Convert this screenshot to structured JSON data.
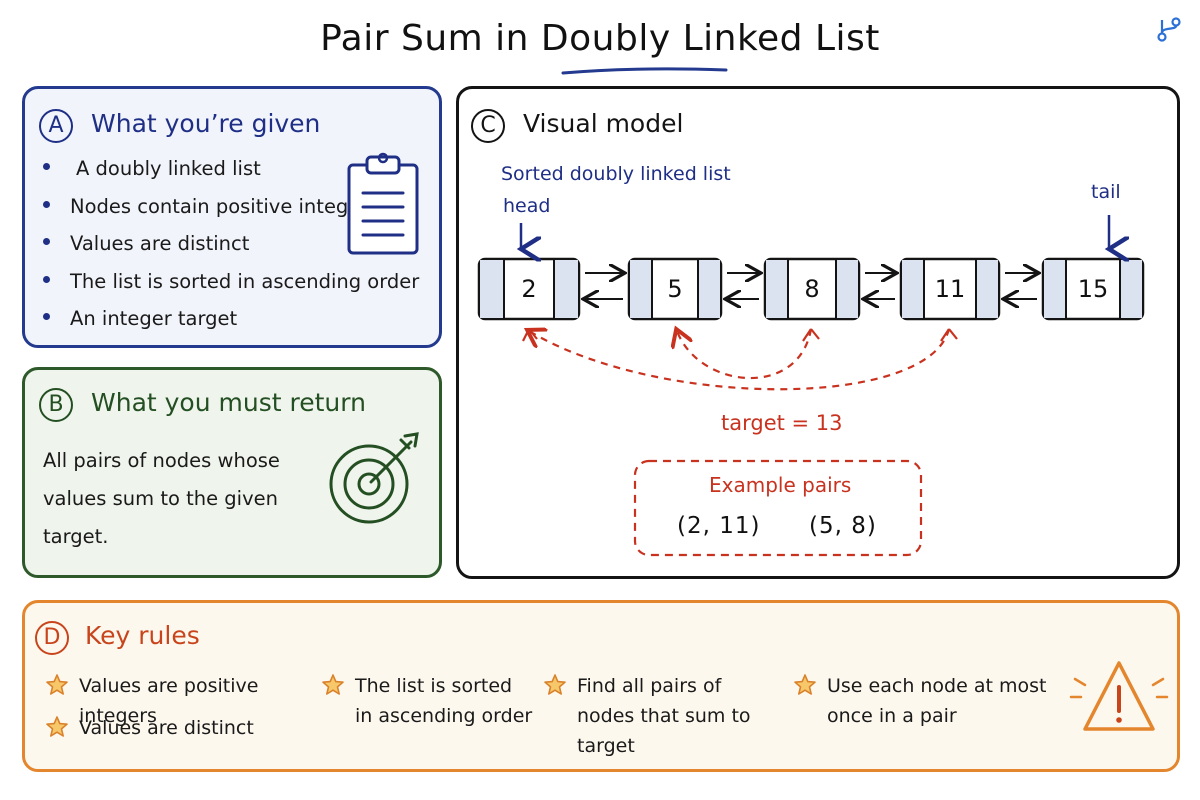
{
  "title": "Pair Sum in Doubly Linked List",
  "colors": {
    "blue": "#233a8f",
    "green": "#2e5a2b",
    "black": "#141414",
    "orange": "#e4862e",
    "red": "#c8321f",
    "node_fill": "#dbe3f1"
  },
  "panel_a": {
    "badge": "A",
    "heading": "What you’re given",
    "items": [
      "A doubly linked list",
      "Nodes contain positive integers",
      "Values are distinct",
      "The list is sorted in ascending order",
      "An integer target"
    ],
    "icon": "clipboard-icon"
  },
  "panel_b": {
    "badge": "B",
    "heading": "What you must return",
    "text": "All pairs of nodes whose values sum to the given target.",
    "icon": "target-icon"
  },
  "panel_c": {
    "badge": "C",
    "heading": "Visual model",
    "list_label": "Sorted doubly linked list",
    "head_label": "head",
    "tail_label": "tail",
    "nodes": [
      "2",
      "5",
      "8",
      "11",
      "15"
    ],
    "target_label": "target = 13",
    "example_title": "Example pairs",
    "pairs": [
      "(2, 11)",
      "(5, 8)"
    ]
  },
  "panel_d": {
    "badge": "D",
    "heading": "Key rules",
    "rules": [
      "Values are positive integers",
      "Values are distinct",
      "The list is sorted in ascending order",
      "Find all pairs of nodes that sum to target",
      "Use each node at most once in a pair"
    ],
    "icons": [
      "star-icon",
      "warning-icon"
    ]
  }
}
